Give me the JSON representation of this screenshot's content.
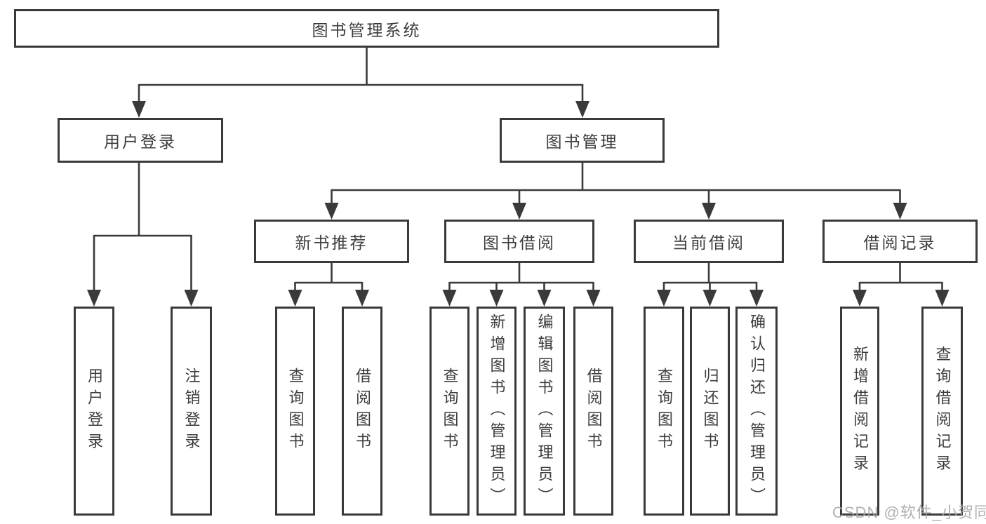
{
  "diagram_title": "图书管理系统",
  "colors": {
    "line": "#3a3a3a",
    "border": "#3a3a3a",
    "text": "#3d3d3d",
    "background": "#ffffff",
    "watermark": "#a8a8a8"
  },
  "tree": {
    "root": {
      "label": "图书管理系统"
    },
    "branches": [
      {
        "label": "用户登录",
        "children": [
          {
            "label": "用户登录"
          },
          {
            "label": "注销登录"
          }
        ]
      },
      {
        "label": "图书管理",
        "children": [
          {
            "label": "新书推荐",
            "children": [
              {
                "label": "查询图书"
              },
              {
                "label": "借阅图书"
              }
            ]
          },
          {
            "label": "图书借阅",
            "children": [
              {
                "label": "查询图书"
              },
              {
                "label": "新增图书（管理员）"
              },
              {
                "label": "编辑图书（管理员）"
              },
              {
                "label": "借阅图书"
              }
            ]
          },
          {
            "label": "当前借阅",
            "children": [
              {
                "label": "查询图书"
              },
              {
                "label": "归还图书"
              },
              {
                "label": "确认归还（管理员）"
              }
            ]
          },
          {
            "label": "借阅记录",
            "children": [
              {
                "label": "新增借阅记录"
              },
              {
                "label": "查询借阅记录"
              }
            ]
          }
        ]
      }
    ]
  },
  "watermark": {
    "text": "CSDN @软件_小贺同学"
  }
}
